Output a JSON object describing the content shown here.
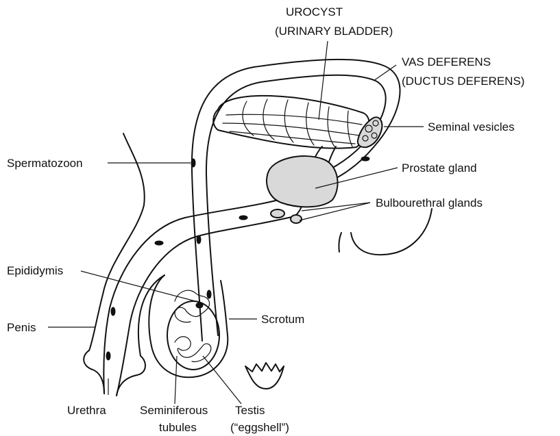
{
  "labels": {
    "urocyst_line1": "UROCYST",
    "urocyst_line2": "(URINARY BLADDER)",
    "vas_line1": "VAS DEFERENS",
    "vas_line2": "(DUCTUS DEFERENS)",
    "seminal_vesicles": "Seminal vesicles",
    "spermatozoon": "Spermatozoon",
    "prostate_gland": "Prostate gland",
    "bulbourethral_glands": "Bulbourethral glands",
    "epididymis": "Epididymis",
    "scrotum": "Scrotum",
    "penis": "Penis",
    "urethra": "Urethra",
    "seminiferous_line1": "Seminiferous",
    "seminiferous_line2": "tubules",
    "testis_line1": "Testis",
    "testis_line2": "(“eggshell”)"
  },
  "colors": {
    "ink": "#111111",
    "gland_fill": "#d9d9d9",
    "background": "#ffffff"
  }
}
